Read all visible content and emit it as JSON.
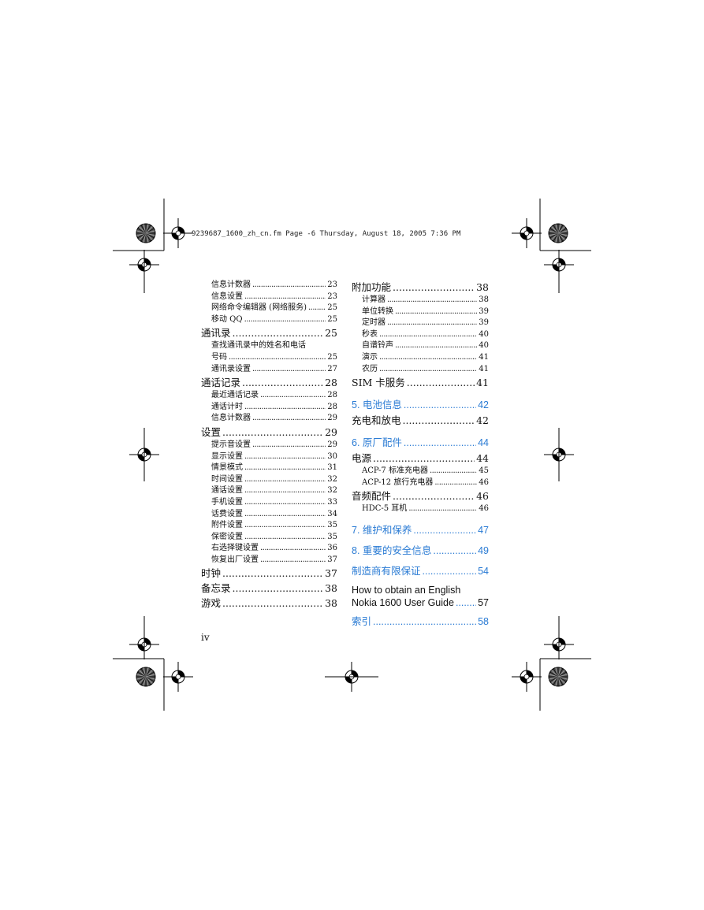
{
  "header": {
    "text": "9239687_1600_zh_cn.fm  Page -6  Thursday, August 18, 2005  7:36 PM"
  },
  "left_column": [
    {
      "label": "信息计数器",
      "page": "23",
      "level": 2
    },
    {
      "label": "信息设置",
      "page": "23",
      "level": 2
    },
    {
      "label": "网络命令编辑器 (网络服务)",
      "page": "25",
      "level": 2
    },
    {
      "label": "移动 QQ",
      "page": "25",
      "level": 2
    },
    {
      "label": "通讯录",
      "page": "25",
      "level": 1
    },
    {
      "label": "查找通讯录中的姓名和电话",
      "page": "",
      "level": 2
    },
    {
      "label": "号码",
      "page": "25",
      "level": 2
    },
    {
      "label": "通讯录设置",
      "page": "27",
      "level": 2
    },
    {
      "label": "通话记录",
      "page": "28",
      "level": 1
    },
    {
      "label": "最近通话记录",
      "page": "28",
      "level": 2
    },
    {
      "label": "通话计时",
      "page": "28",
      "level": 2
    },
    {
      "label": "信息计数器",
      "page": "29",
      "level": 2
    },
    {
      "label": "设置",
      "page": "29",
      "level": 1
    },
    {
      "label": "提示音设置",
      "page": "29",
      "level": 2
    },
    {
      "label": "显示设置",
      "page": "30",
      "level": 2
    },
    {
      "label": "情景模式",
      "page": "31",
      "level": 2
    },
    {
      "label": "时间设置",
      "page": "32",
      "level": 2
    },
    {
      "label": "通话设置",
      "page": "32",
      "level": 2
    },
    {
      "label": "手机设置",
      "page": "33",
      "level": 2
    },
    {
      "label": "话费设置",
      "page": "34",
      "level": 2
    },
    {
      "label": "附件设置",
      "page": "35",
      "level": 2
    },
    {
      "label": "保密设置",
      "page": "35",
      "level": 2
    },
    {
      "label": "右选择键设置",
      "page": "36",
      "level": 2
    },
    {
      "label": "恢复出厂设置",
      "page": "37",
      "level": 2
    },
    {
      "label": "时钟",
      "page": "37",
      "level": 1
    },
    {
      "label": "备忘录",
      "page": "38",
      "level": 1
    },
    {
      "label": "游戏",
      "page": "38",
      "level": 1
    }
  ],
  "right_column": {
    "extras": {
      "label": "附加功能",
      "page": "38"
    },
    "extras_items": [
      {
        "label": "计算器",
        "page": "38"
      },
      {
        "label": "单位转换",
        "page": "39"
      },
      {
        "label": "定时器",
        "page": "39"
      },
      {
        "label": "秒表",
        "page": "40"
      },
      {
        "label": "自谱铃声",
        "page": "40"
      },
      {
        "label": "演示",
        "page": "41"
      },
      {
        "label": "农历",
        "page": "41"
      }
    ],
    "sim": {
      "label": "SIM 卡服务",
      "page": "41"
    },
    "ch5": {
      "label": "5. 电池信息",
      "page": "42"
    },
    "charge": {
      "label": "充电和放电",
      "page": "42"
    },
    "ch6": {
      "label": "6. 原厂配件",
      "page": "44"
    },
    "power": {
      "label": "电源",
      "page": "44"
    },
    "acp7": {
      "label": "ACP-7 标准充电器",
      "page": "45"
    },
    "acp12": {
      "label": "ACP-12 旅行充电器",
      "page": "46"
    },
    "audio": {
      "label": "音频配件",
      "page": "46"
    },
    "hdc5": {
      "label": "HDC-5 耳机",
      "page": "46"
    },
    "ch7": {
      "label": "7. 维护和保养",
      "page": "47"
    },
    "ch8": {
      "label": "8. 重要的安全信息",
      "page": "49"
    },
    "warranty": {
      "label": "制造商有限保证",
      "page": "54"
    },
    "guide_line1": "How to obtain an English",
    "guide_line2": {
      "label": "Nokia 1600 User Guide",
      "page": "57"
    },
    "index": {
      "label": "索引",
      "page": "58"
    }
  },
  "folio": "iv",
  "colors": {
    "link": "#2a7bd4",
    "text": "#111111"
  }
}
